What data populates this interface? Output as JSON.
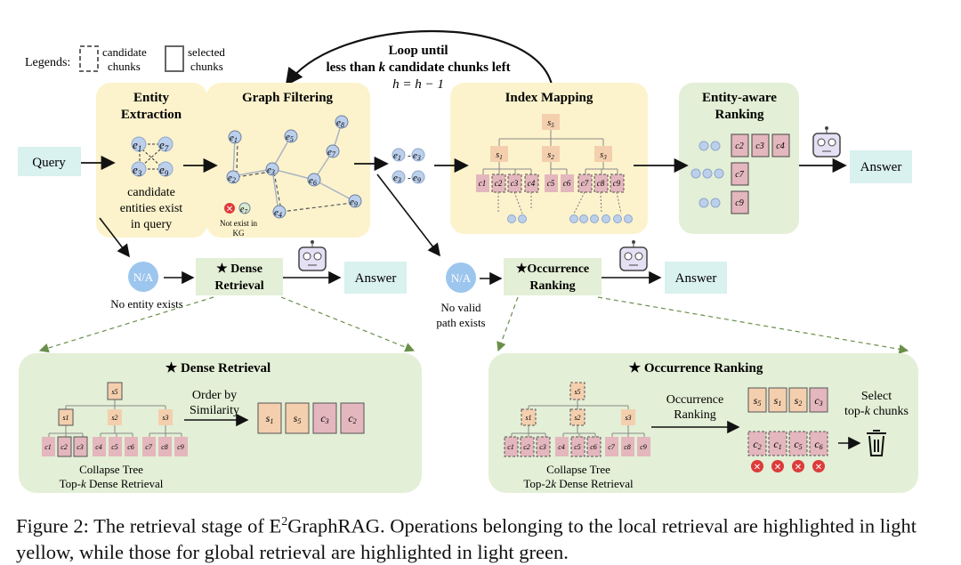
{
  "legend": {
    "label": "Legends:",
    "candidate": [
      "candidate",
      "chunks"
    ],
    "selected": [
      "selected",
      "chunks"
    ]
  },
  "loop": {
    "line1": "Loop until",
    "line2_pre": "less than ",
    "k": "k",
    "line2_post": " candidate chunks left",
    "formula": "h = h − 1"
  },
  "query_label": "Query",
  "stages": {
    "entity_extraction": {
      "title": [
        "Entity",
        "Extraction"
      ],
      "caption": [
        "candidate",
        "entities exist",
        "in query"
      ]
    },
    "graph_filtering": {
      "title": "Graph Filtering",
      "not_exist": [
        "Not exist in",
        "KG"
      ]
    },
    "index_mapping": {
      "title": "Index Mapping"
    },
    "entity_aware_ranking": {
      "title": [
        "Entity-aware",
        "Ranking"
      ]
    }
  },
  "answer_label": "Answer",
  "na_label": "N/A",
  "dense_retrieval_box": [
    "★ Dense",
    "Retrieval"
  ],
  "occurrence_box": [
    "★Occurrence",
    "Ranking"
  ],
  "no_entity": "No entity exists",
  "no_valid": [
    "No valid",
    "path exists"
  ],
  "dense_panel": {
    "title": "★ Dense Retrieval",
    "order": [
      "Order by",
      "Similarity"
    ],
    "result_chunks": [
      "s1",
      "s5",
      "c3",
      "c2"
    ],
    "footer": [
      "Collapse Tree",
      "Top-k Dense Retrieval"
    ]
  },
  "occ_panel": {
    "title": "★ Occurrence Ranking",
    "arrow_label": [
      "Occurrence",
      "Ranking"
    ],
    "top_chunks": [
      "s5",
      "s1",
      "s2",
      "c3"
    ],
    "bottom_chunks": [
      "c2",
      "c1",
      "c5",
      "c6"
    ],
    "select": [
      "Select",
      "top-k chunks"
    ],
    "footer": [
      "Collapse Tree",
      "Top-2k Dense Retrieval"
    ]
  },
  "caption": {
    "pre": "Figure 2:  The retrieval stage of E",
    "sup": "2",
    "post": "GraphRAG. Operations belonging to the local retrieval are highlighted in light yellow, while those for global retrieval are highlighted in light green."
  },
  "colors": {
    "yellow": "#fcf3cc",
    "green": "#e3efd6",
    "query": "#d9f1ef",
    "pink": "#e3b7bd",
    "peach": "#f4cfae",
    "entity": "#bcd0ec",
    "na": "#9dc6ee"
  }
}
